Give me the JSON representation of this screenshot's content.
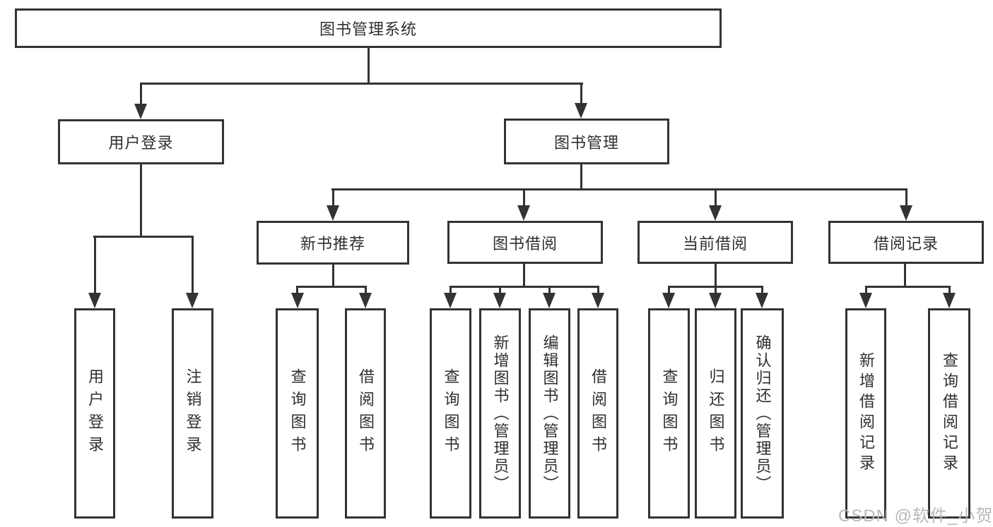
{
  "diagram": {
    "title": "图书管理系统",
    "root": {
      "label": "图书管理系统"
    },
    "branches": {
      "user_login": {
        "label": "用户登录",
        "leaves": [
          {
            "label": "用户登录"
          },
          {
            "label": "注销登录"
          }
        ]
      },
      "book_mgmt": {
        "label": "图书管理",
        "sections": {
          "new_book": {
            "label": "新书推荐",
            "leaves": [
              {
                "label": "查询图书"
              },
              {
                "label": "借阅图书"
              }
            ]
          },
          "borrow": {
            "label": "图书借阅",
            "leaves": [
              {
                "label": "查询图书"
              },
              {
                "label": "新增图书（管理员）"
              },
              {
                "label": "编辑图书（管理员）"
              },
              {
                "label": "借阅图书"
              }
            ]
          },
          "current": {
            "label": "当前借阅",
            "leaves": [
              {
                "label": "查询图书"
              },
              {
                "label": "归还图书"
              },
              {
                "label": "确认归还（管理员）"
              }
            ]
          },
          "records": {
            "label": "借阅记录",
            "leaves": [
              {
                "label": "新增借阅记录"
              },
              {
                "label": "查询借阅记录"
              }
            ]
          }
        }
      }
    }
  },
  "watermark": {
    "text": "CSDN @软件_小贺同学"
  },
  "colors": {
    "line": "#333333",
    "text": "#2f2f2f",
    "watermark": "#b8b8b8"
  }
}
